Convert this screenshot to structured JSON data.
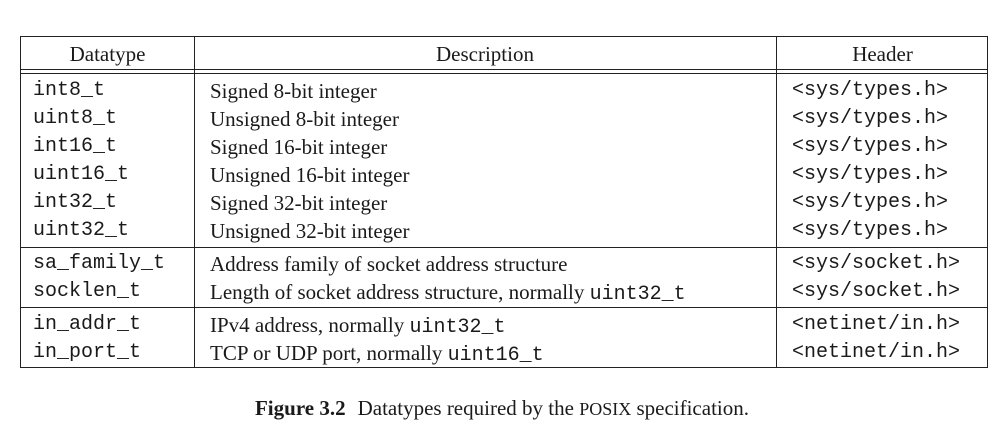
{
  "table": {
    "headers": {
      "datatype": "Datatype",
      "description": "Description",
      "header": "Header"
    },
    "rows": [
      {
        "datatype": "int8_t",
        "description": "Signed 8-bit integer",
        "header": "<sys/types.h>"
      },
      {
        "datatype": "uint8_t",
        "description": "Unsigned 8-bit integer",
        "header": "<sys/types.h>"
      },
      {
        "datatype": "int16_t",
        "description": "Signed 16-bit integer",
        "header": "<sys/types.h>"
      },
      {
        "datatype": "uint16_t",
        "description": "Unsigned 16-bit integer",
        "header": "<sys/types.h>"
      },
      {
        "datatype": "int32_t",
        "description": "Signed 32-bit integer",
        "header": "<sys/types.h>"
      },
      {
        "datatype": "uint32_t",
        "description": "Unsigned 32-bit integer",
        "header": "<sys/types.h>"
      },
      {
        "datatype": "sa_family_t",
        "description": "Address family of socket address structure",
        "header": "<sys/socket.h>"
      },
      {
        "datatype": "socklen_t",
        "description": "Length of socket address structure, normally ",
        "description_code": "uint32_t",
        "header": "<sys/socket.h>"
      },
      {
        "datatype": "in_addr_t",
        "description": "IPv4 address, normally ",
        "description_code": "uint32_t",
        "header": "<netinet/in.h>"
      },
      {
        "datatype": "in_port_t",
        "description": "TCP or UDP port, normally ",
        "description_code": "uint16_t",
        "header": "<netinet/in.h>"
      }
    ]
  },
  "caption": {
    "figure_label": "Figure 3.2",
    "text_before": "Datatypes required by the ",
    "acronym": "POSIX",
    "text_after": " specification."
  }
}
